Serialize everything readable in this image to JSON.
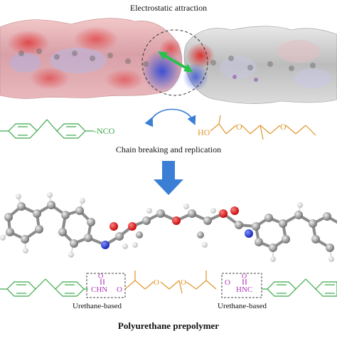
{
  "labels": {
    "electrostatic": "Electrostatic attraction",
    "chain_breaking": "Chain breaking and replication",
    "polyurethane": "Polyurethane prepolymer",
    "urethane_left": "Urethane-based",
    "urethane_right": "Urethane-based"
  },
  "chemistry": {
    "nco": "-NCO",
    "ho": "HO",
    "o1": "O",
    "o2": "O",
    "chn": "CHN",
    "hnc": "HNC",
    "o_left_top": "O",
    "o_left_link": "O",
    "o_right_top": "O",
    "o_right_link": "O",
    "o_mid1": "O",
    "o_mid2": "O"
  },
  "colors": {
    "isocyanate_green": "#3aa84a",
    "polyol_orange": "#e0962c",
    "urethane_magenta": "#b03ab8",
    "arrow_blue": "#3a7fd5",
    "attraction_green": "#27c24a"
  }
}
